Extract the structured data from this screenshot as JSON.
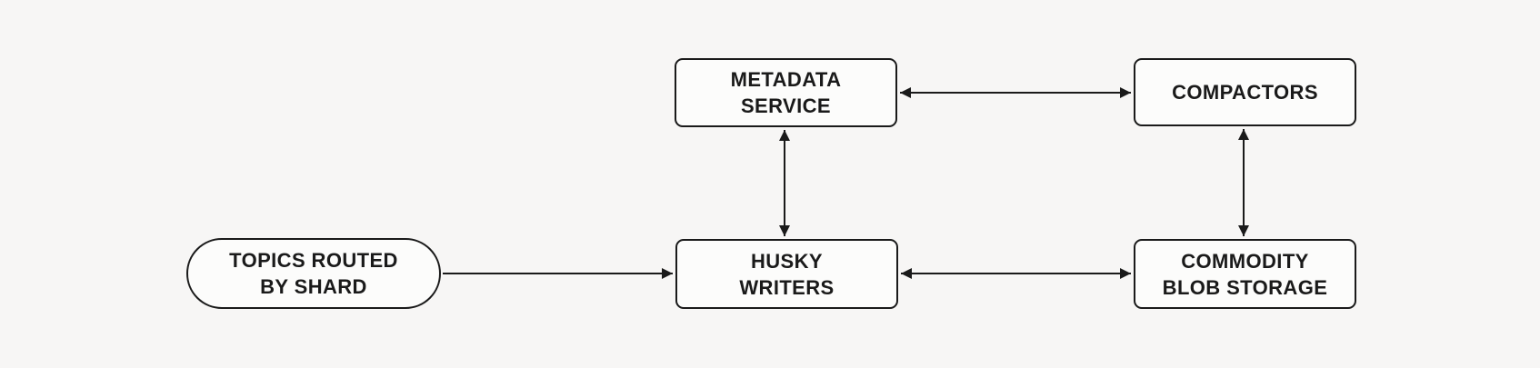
{
  "diagram": {
    "colors": {
      "canvas_bg": "#f7f6f5",
      "node_fill": "#fcfcfb",
      "stroke": "#1a1a1a",
      "text": "#1a1a1a"
    },
    "nodes": [
      {
        "id": "topics-routed-by-shard",
        "shape": "stadium",
        "label": "TOPICS ROUTED\nBY SHARD"
      },
      {
        "id": "metadata-service",
        "shape": "rect",
        "label": "METADATA\nSERVICE"
      },
      {
        "id": "compactors",
        "shape": "rect",
        "label": "COMPACTORS"
      },
      {
        "id": "husky-writers",
        "shape": "rect",
        "label": "HUSKY\nWRITERS"
      },
      {
        "id": "commodity-blob-storage",
        "shape": "rect",
        "label": "COMMODITY\nBLOB STORAGE"
      }
    ],
    "edges": [
      {
        "from": "topics-routed-by-shard",
        "to": "husky-writers",
        "direction": "one-way"
      },
      {
        "from": "metadata-service",
        "to": "compactors",
        "direction": "two-way"
      },
      {
        "from": "metadata-service",
        "to": "husky-writers",
        "direction": "two-way"
      },
      {
        "from": "compactors",
        "to": "commodity-blob-storage",
        "direction": "two-way"
      },
      {
        "from": "husky-writers",
        "to": "commodity-blob-storage",
        "direction": "two-way"
      }
    ]
  }
}
